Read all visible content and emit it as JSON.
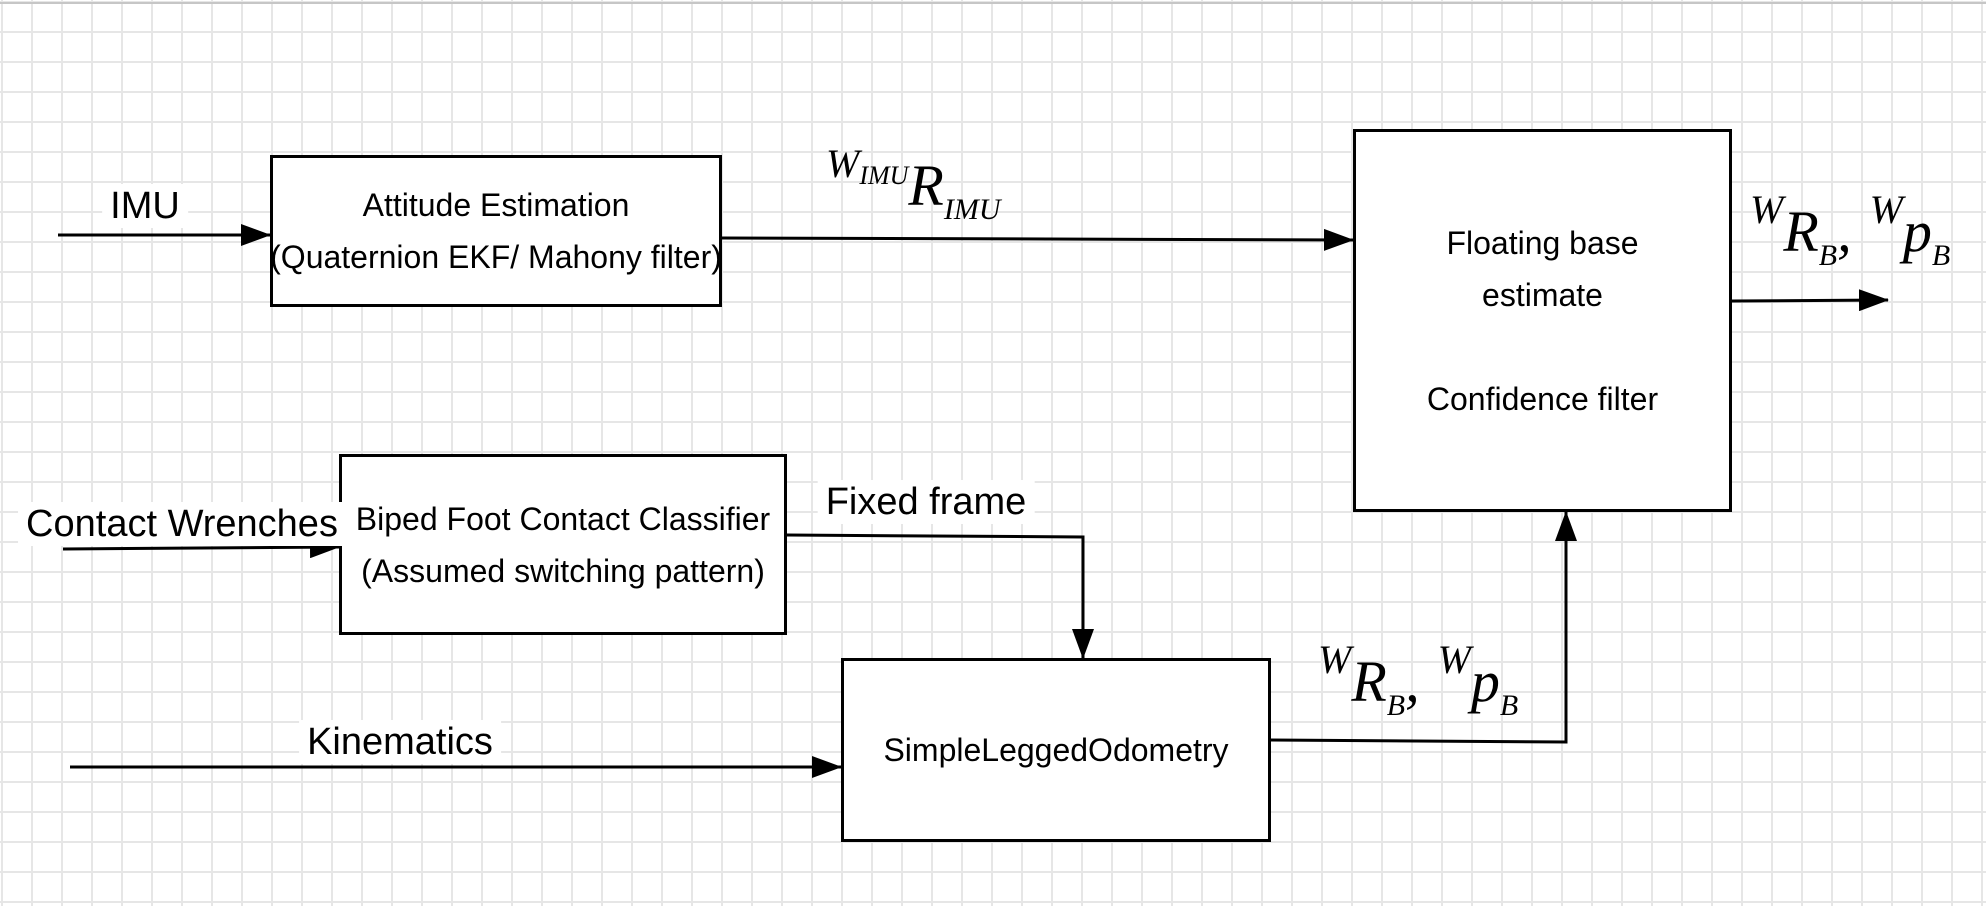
{
  "colors": {
    "canvas_bg": "#ffffff",
    "grid_line": "#e6e6e6",
    "stroke": "#000000",
    "text": "#000000"
  },
  "nodes": {
    "attitude": {
      "line1": "Attitude Estimation",
      "line2": "(Quaternion EKF/ Mahony filter)"
    },
    "floating": {
      "line1": "Floating base",
      "line2": "estimate",
      "line3": "Confidence filter"
    },
    "biped": {
      "line1": "Biped Foot Contact Classifier",
      "line2": "(Assumed switching pattern)"
    },
    "odometry": {
      "line1": "SimpleLeggedOdometry"
    }
  },
  "edge_labels": {
    "imu": "IMU",
    "contact_wrenches": "Contact Wrenches",
    "kinematics": "Kinematics",
    "fixed_frame": "Fixed frame"
  },
  "math_labels": {
    "imu_rotation": {
      "frame_sup": "W",
      "frame_sub": "IMU",
      "symbol": "R",
      "sub": "IMU"
    },
    "base_pose": {
      "sup1": "W",
      "var1": "R",
      "sub1": "B",
      "separator": ",",
      "sup2": "W",
      "var2": "p",
      "sub2": "B"
    }
  }
}
